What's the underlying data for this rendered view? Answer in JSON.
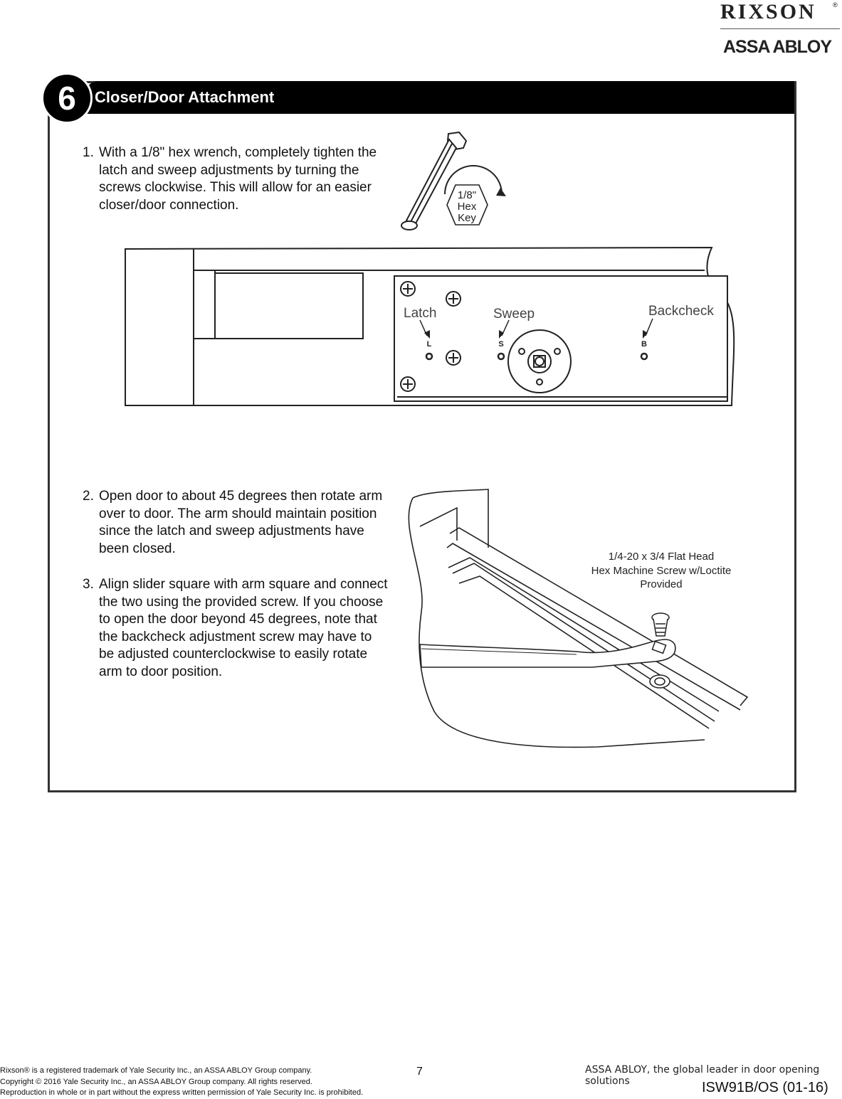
{
  "brand": {
    "name": "RIXSON",
    "registered_mark": "®",
    "parent": "ASSA ABLOY"
  },
  "section": {
    "step_number": "6",
    "title": "Closer/Door Attachment"
  },
  "instructions": [
    {
      "number": "1.",
      "text": "With a 1/8\" hex wrench, completely tighten the latch and sweep adjustments by turning the screws clockwise. This will allow for an easier closer/door connection."
    },
    {
      "number": "2.",
      "text": "Open door to about 45 degrees then rotate arm over to door. The arm should maintain position since the latch and sweep adjustments have been closed."
    },
    {
      "number": "3.",
      "text": "Align slider square with arm square and connect the two using the provided screw. If you choose to open the door beyond 45 degrees, note that the backcheck adjustment screw may have to be adjusted counterclockwise to easily rotate arm to door position."
    }
  ],
  "figure1": {
    "hex_label_line1": "1/8\"",
    "hex_label_line2": "Hex",
    "hex_label_line3": "Key"
  },
  "figure2": {
    "labels": {
      "latch": "Latch",
      "sweep": "Sweep",
      "backcheck": "Backcheck"
    },
    "letters": {
      "latch": "L",
      "sweep": "S",
      "backcheck": "B"
    }
  },
  "figure3": {
    "callout_line1": "1/4-20 x 3/4 Flat Head",
    "callout_line2": "Hex Machine Screw w/Loctite",
    "callout_line3": "Provided"
  },
  "footer": {
    "legal_line1": "Rixson® is a registered trademark of Yale Security Inc., an ASSA ABLOY Group company.",
    "legal_line2": "Copyright © 2016 Yale Security Inc., an ASSA ABLOY Group company. All rights reserved.",
    "legal_line3": "Reproduction in whole or in part without the express written permission of Yale Security Inc. is prohibited.",
    "page_number": "7",
    "tagline": "ASSA ABLOY, the global leader in door opening solutions",
    "doc_code": "ISW91B/OS (01-16)"
  }
}
